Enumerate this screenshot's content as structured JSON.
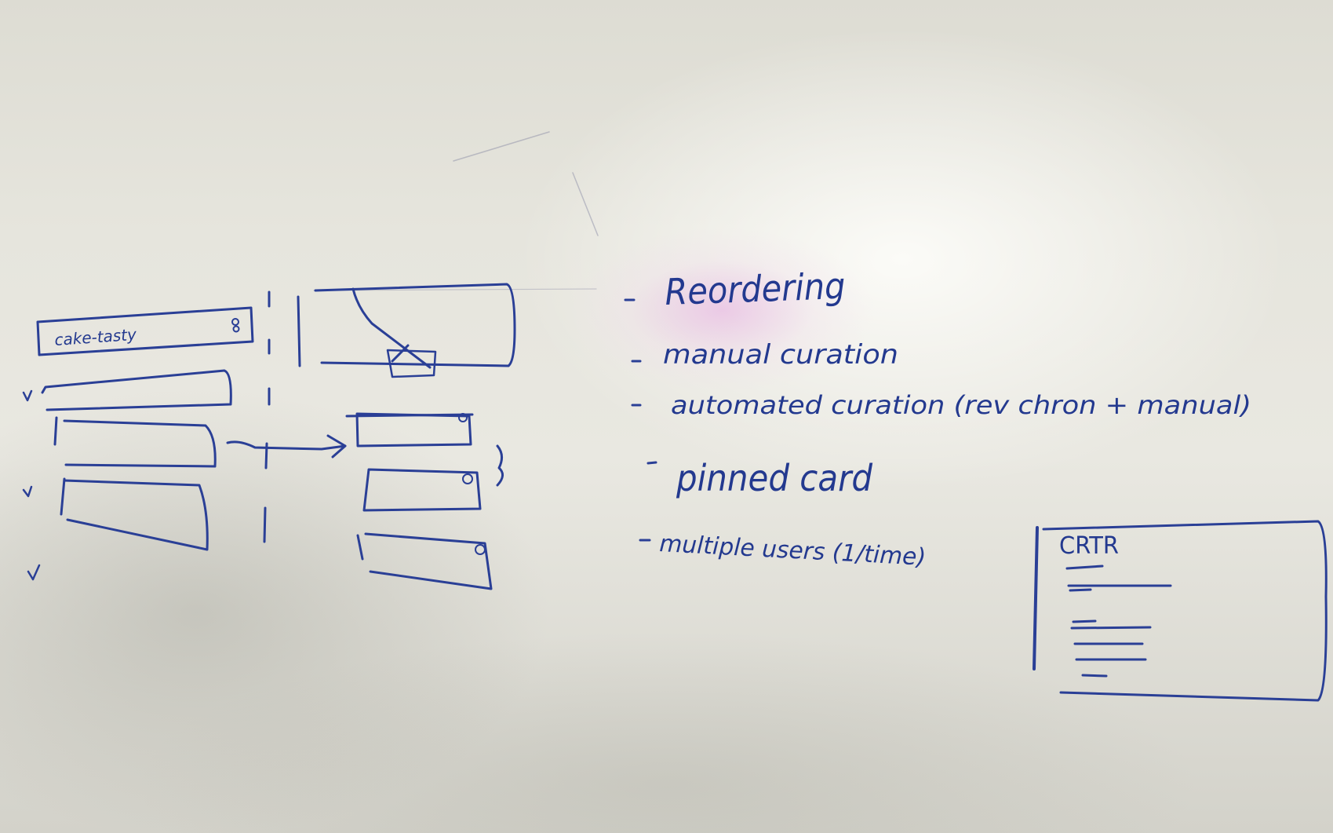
{
  "whiteboard": {
    "bullets": [
      "Reordering",
      "manual curation",
      "automated curation (rev chron + manual)",
      "pinned card",
      "multiple users (1/time)"
    ],
    "search_box_text": "cake-tasty",
    "card_title": "CRTR"
  },
  "colors": {
    "ink": "#2a3f96",
    "board": "#e6e5dd"
  }
}
